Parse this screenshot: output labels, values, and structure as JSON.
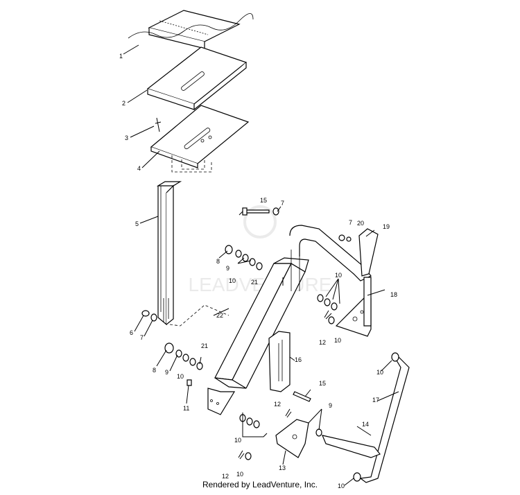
{
  "footer": "Rendered by LeadVenture, Inc.",
  "watermark_text": "LEADVENTURE",
  "callouts": [
    "1",
    "2",
    "3",
    "4",
    "5",
    "6",
    "7",
    "8",
    "9",
    "10",
    "11",
    "12",
    "13",
    "14",
    "15",
    "16",
    "17",
    "18",
    "19",
    "20",
    "21",
    "22"
  ],
  "extra_callouts": [
    "7",
    "7",
    "7",
    "8",
    "9",
    "9",
    "10",
    "10",
    "10",
    "10",
    "10",
    "10",
    "10",
    "12",
    "12",
    "15",
    "21"
  ]
}
